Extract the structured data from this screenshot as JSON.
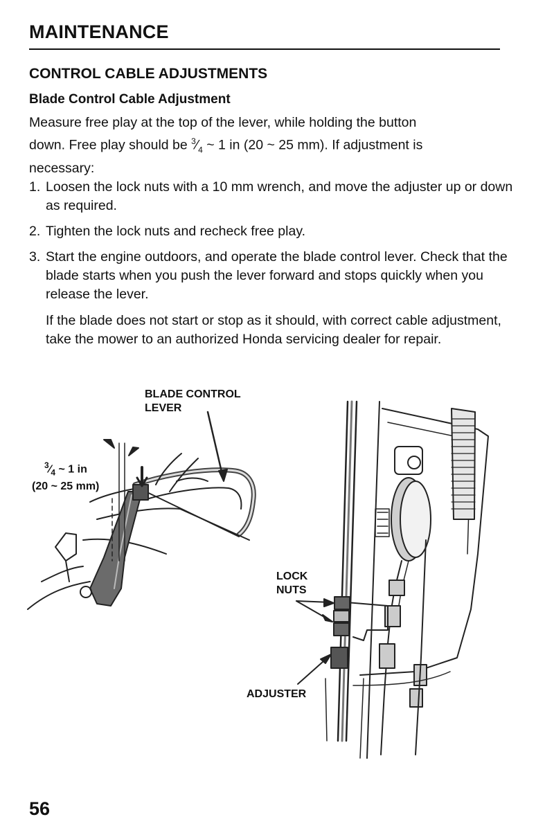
{
  "page": {
    "section_title": "MAINTENANCE",
    "heading": "CONTROL CABLE ADJUSTMENTS",
    "subheading": "Blade Control Cable Adjustment",
    "intro": {
      "line1": "Measure free play at the top of the lever, while holding the button",
      "line2_start": "down. Free play should be ",
      "frac_num": "3",
      "frac_den": "4",
      "line2_end": " ~ 1 in (20 ~ 25 mm). If adjustment is",
      "line3": "necessary:"
    },
    "steps": [
      {
        "num": "1.",
        "text": "Loosen the lock nuts with a 10 mm wrench, and move the adjuster up or down as required."
      },
      {
        "num": "2.",
        "text": "Tighten the lock nuts and recheck free play."
      },
      {
        "num": "3.",
        "text": "Start the engine outdoors, and operate the blade control lever. Check that the blade starts when you push the lever forward and stops quickly when you release the lever."
      }
    ],
    "note": "If the blade does not start or stop as it should, with correct cable adjustment, take the mower to an authorized Honda servicing dealer for repair.",
    "figure": {
      "label_lever_1": "BLADE CONTROL",
      "label_lever_2": "LEVER",
      "label_freeplay_frac_num": "3",
      "label_freeplay_frac_den": "4",
      "label_freeplay_1_rest": " ~ 1 in",
      "label_freeplay_2": "(20 ~ 25 mm)",
      "label_locknuts_1": "LOCK",
      "label_locknuts_2": "NUTS",
      "label_adjuster": "ADJUSTER"
    },
    "page_number": "56"
  }
}
